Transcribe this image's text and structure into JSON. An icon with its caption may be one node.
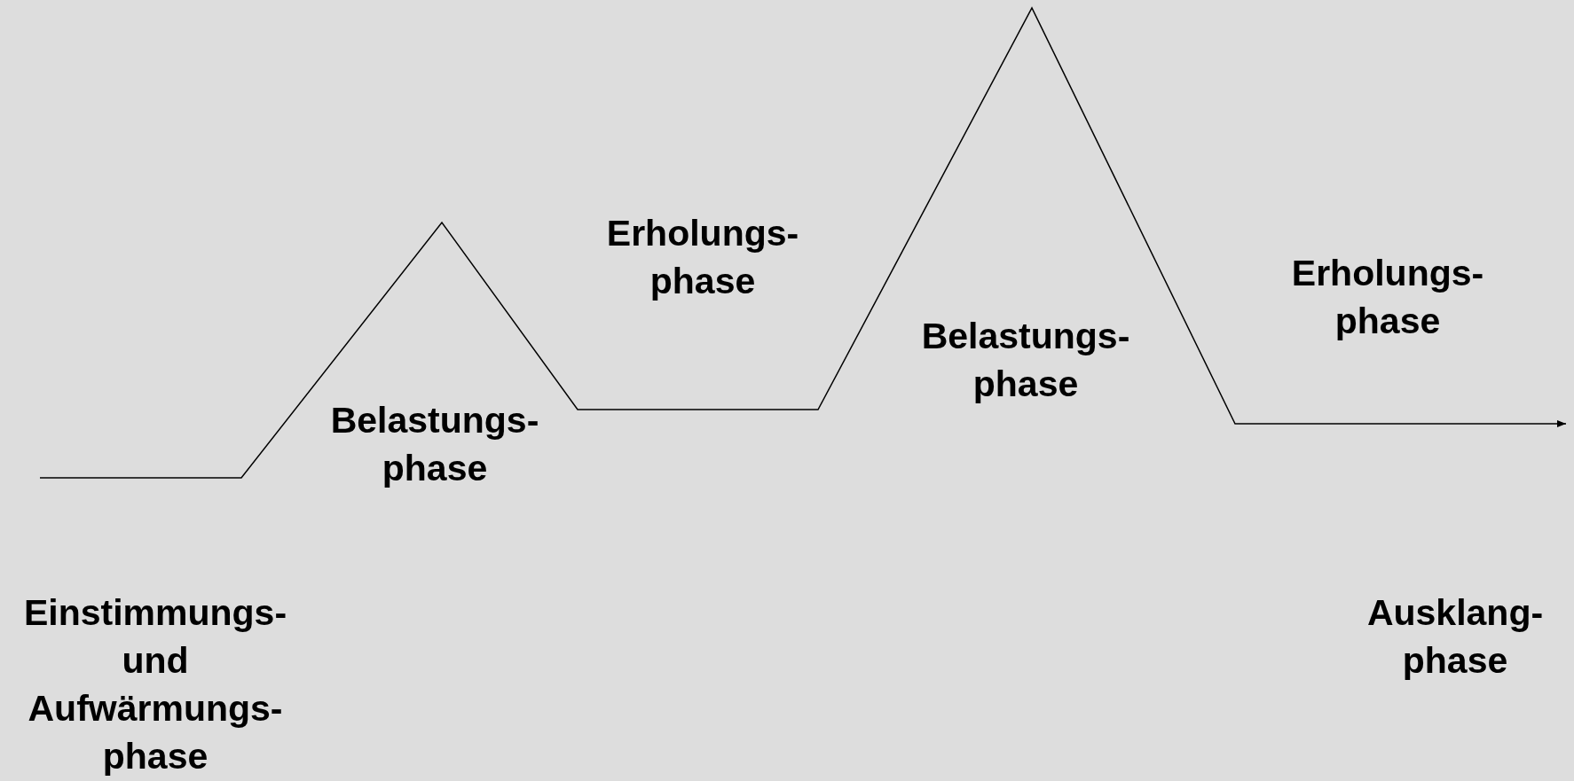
{
  "diagram": {
    "labels": [
      "Einstimmungs- und Aufwärmungs- phase",
      "Belastungs- phase",
      "Erholungs- phase",
      "Belastungs- phase",
      "Erholungs- phase",
      "Ausklang- phase"
    ]
  }
}
